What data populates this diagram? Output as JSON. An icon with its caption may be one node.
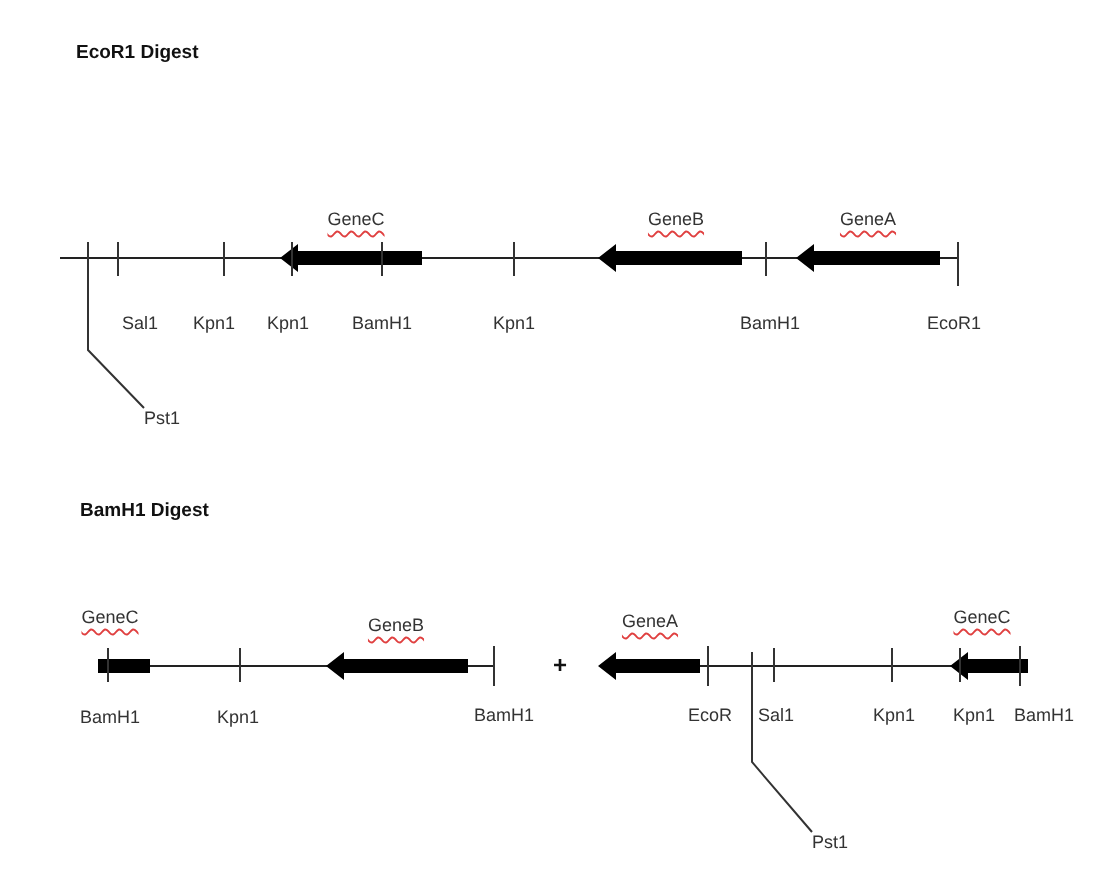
{
  "diagram": {
    "title": "EcoR1 Digest",
    "nodes": [
      {
        "text": [
          "Pst1"
        ]
      },
      {
        "text": [
          "Pst1"
        ]
      }
    ],
    "edges": [
      {
        "from": 0,
        "to": null,
        "arrow": "none"
      },
      {
        "from": 1,
        "to": null,
        "arrow": "none"
      }
    ],
    "labels": [
      "GeneC",
      "GeneB",
      "GeneA",
      "Sal1",
      "Kpn1",
      "Kpn1",
      "BamH1",
      "Kpn1",
      "BamH1",
      "EcoR1",
      "BamH1 Digest",
      "GeneC",
      "GeneB",
      "GeneA",
      "GeneC",
      "+",
      "BamH1",
      "Kpn1",
      "BamH1",
      "EcoR",
      "Sal1",
      "Kpn1",
      "Kpn1",
      "BamH1"
    ]
  }
}
